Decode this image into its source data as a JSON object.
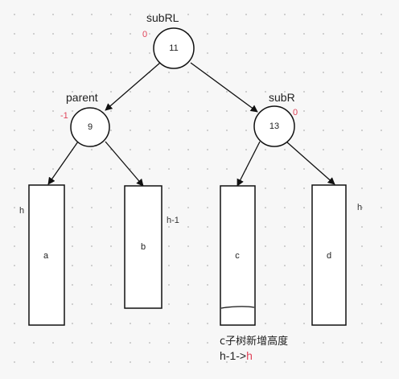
{
  "nodes": {
    "root": {
      "value": "11",
      "name": "subRL",
      "balance": "0"
    },
    "left": {
      "value": "9",
      "name": "parent",
      "balance": "-1"
    },
    "right": {
      "value": "13",
      "name": "subR",
      "balance": "0"
    }
  },
  "subtrees": {
    "a": {
      "label": "a",
      "height": "h"
    },
    "b": {
      "label": "b",
      "height": "h-1"
    },
    "c": {
      "label": "c"
    },
    "d": {
      "label": "d",
      "height": "h"
    }
  },
  "note": {
    "line1": "c子树新增高度",
    "line2_prefix": "h-1->",
    "line2_highlight": "h"
  }
}
